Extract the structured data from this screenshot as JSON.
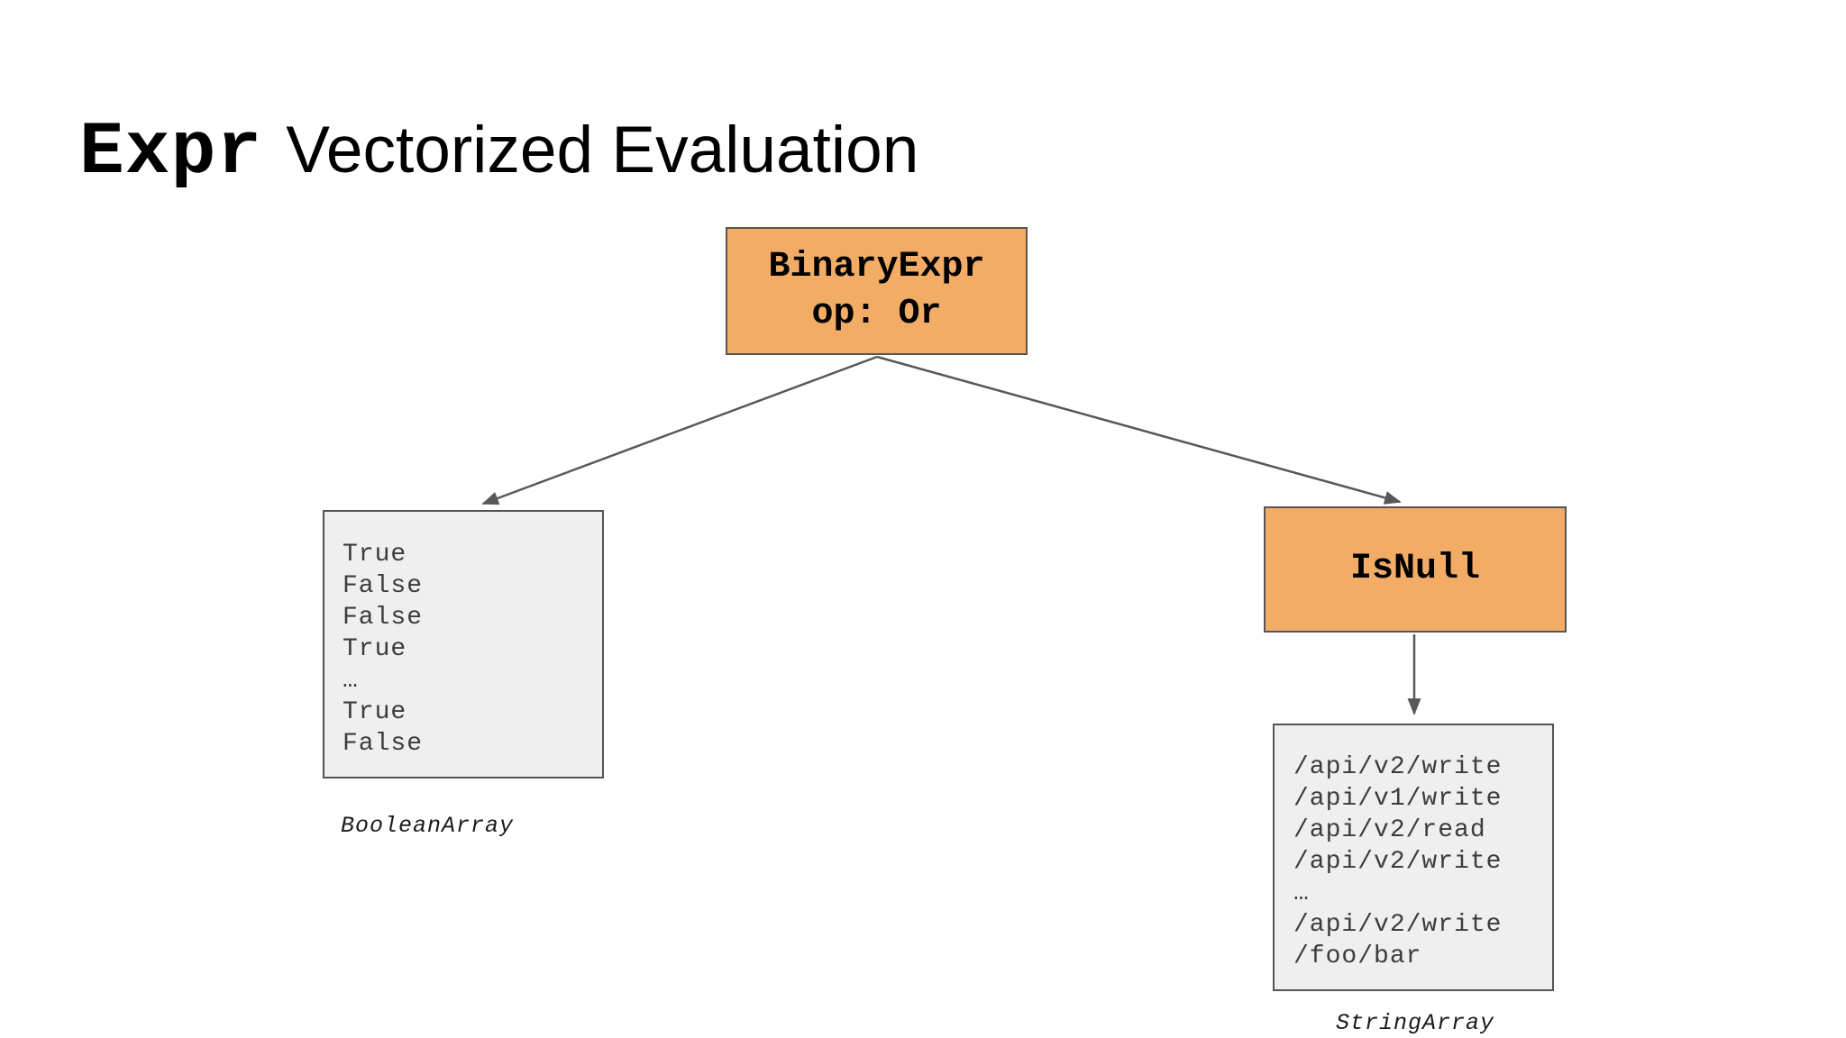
{
  "slide": {
    "title": {
      "code_part": "Expr",
      "text_part": "Vectorized Evaluation"
    },
    "tree": {
      "root_node": {
        "name": "BinaryExpr",
        "op_line": "op: Or"
      },
      "right_node": {
        "name": "IsNull"
      }
    },
    "boolean_array": {
      "values": [
        "True",
        "False",
        "False",
        "True",
        "…",
        "True",
        "False"
      ],
      "caption": "BooleanArray"
    },
    "string_array": {
      "values": [
        "/api/v2/write",
        "/api/v1/write",
        "/api/v2/read",
        "/api/v2/write",
        "…",
        "/api/v2/write",
        "/foo/bar"
      ],
      "caption": "StringArray"
    },
    "colors": {
      "background": "#FFFFFF",
      "text": "#000000",
      "node_fill": "#F3AC66",
      "node_border": "#565656",
      "array_fill": "#EFEFEF",
      "array_border": "#545454",
      "values_text": "#3C3C3C",
      "arrow": "#58585A"
    }
  }
}
